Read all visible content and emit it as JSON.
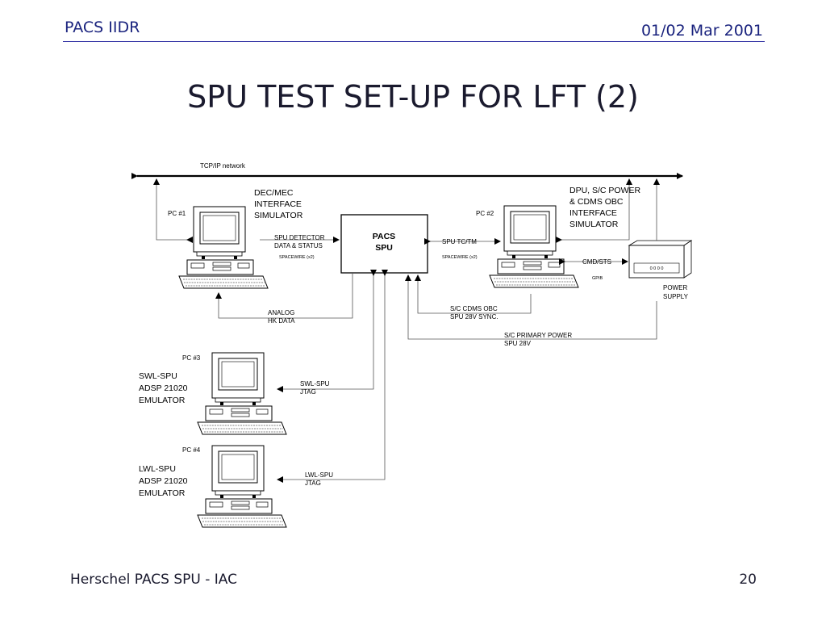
{
  "header": {
    "left": "PACS IIDR",
    "right": "01/02 Mar 2001"
  },
  "title": "SPU TEST SET-UP FOR LFT (2)",
  "footer": {
    "left": "Herschel PACS SPU - IAC",
    "right": "20"
  },
  "diagram": {
    "network": "TCP/IP network",
    "pc1": {
      "label": "PC #1",
      "role": [
        "DEC/MEC",
        "INTERFACE",
        "SIMULATOR"
      ]
    },
    "pc2": {
      "label": "PC #2",
      "role": [
        "DPU, S/C POWER",
        "& CDMS OBC",
        "INTERFACE",
        "SIMULATOR"
      ]
    },
    "pc3": {
      "label": "PC #3",
      "role": [
        "SWL-SPU",
        "ADSP 21020",
        "EMULATOR"
      ]
    },
    "pc4": {
      "label": "PC #4",
      "role": [
        "LWL-SPU",
        "ADSP 21020",
        "EMULATOR"
      ]
    },
    "spu": [
      "PACS",
      "SPU"
    ],
    "power_supply": [
      "POWER",
      "SUPPLY"
    ],
    "links": {
      "detector": [
        "SPU DETECTOR",
        "DATA & STATUS"
      ],
      "spacewire_left": "SPACEWIRE (x2)",
      "tctm": "SPU TC/TM",
      "spacewire_right": "SPACEWIRE (x2)",
      "cmd": "CMD/STS",
      "gpib": "GPIB",
      "analog": [
        "ANALOG",
        "HK DATA"
      ],
      "cdms": [
        "S/C CDMS OBC",
        "SPU 28V  SYNC."
      ],
      "primary_power": [
        "S/C PRIMARY POWER",
        "SPU 28V"
      ],
      "swl_jtag": [
        "SWL-SPU",
        "JTAG"
      ],
      "lwl_jtag": [
        "LWL-SPU",
        "JTAG"
      ]
    }
  }
}
